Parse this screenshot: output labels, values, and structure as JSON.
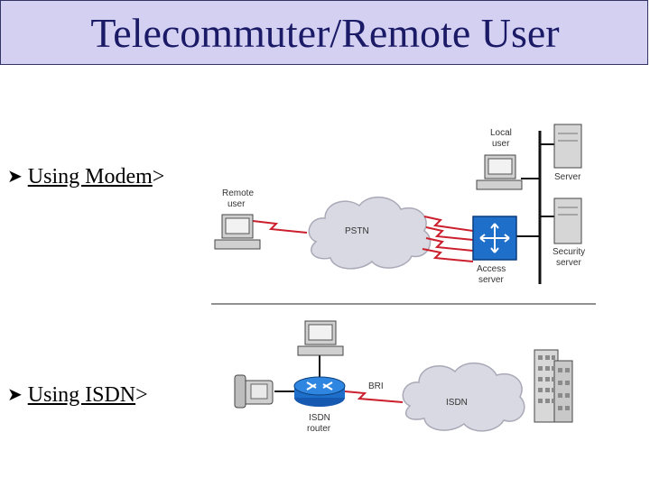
{
  "title": "Telecommuter/Remote User",
  "bullets": {
    "modem": {
      "text": "Using Modem",
      "suffix": ">"
    },
    "isdn": {
      "text": "Using ISDN",
      "suffix": ">"
    }
  },
  "diagram_top": {
    "labels": {
      "local_user_1": "Local",
      "local_user_2": "user",
      "server": "Server",
      "remote_user_1": "Remote",
      "remote_user_2": "user",
      "pstn": "PSTN",
      "security_1": "Security",
      "security_2": "server",
      "access_1": "Access",
      "access_2": "server"
    }
  },
  "diagram_bottom": {
    "labels": {
      "bri": "BRI",
      "isdn": "ISDN",
      "router_1": "ISDN",
      "router_2": "router"
    }
  },
  "colors": {
    "title_bg": "#d4d0f2",
    "title_text": "#1a1a66",
    "cloud": "#d9d9e3",
    "link": "#cc1f2d",
    "device": "#1e6fc9"
  }
}
